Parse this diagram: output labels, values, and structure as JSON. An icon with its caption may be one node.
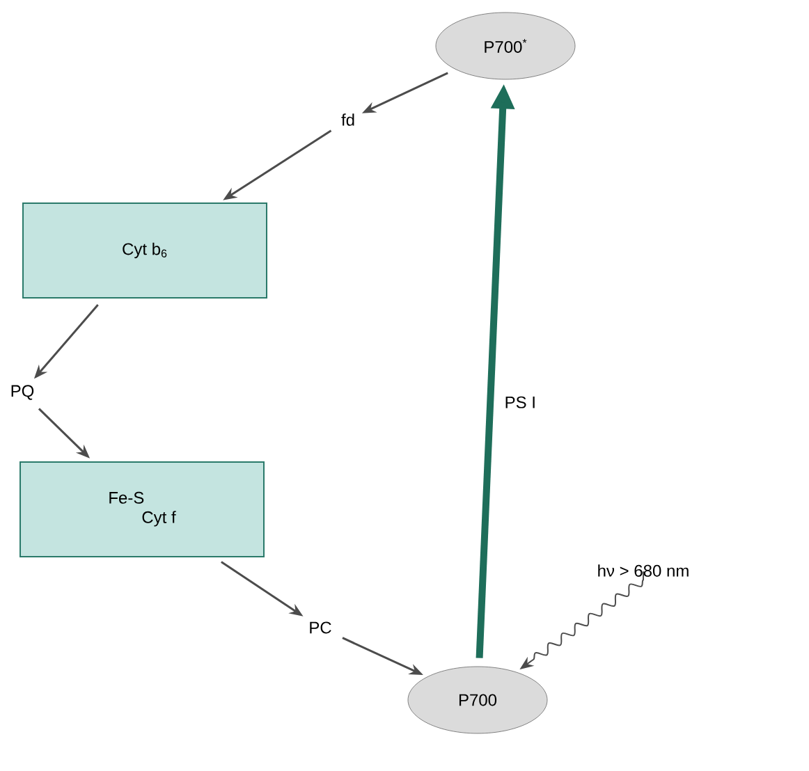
{
  "diagram": {
    "nodes": [
      {
        "text": [
          "P700$^{*}$"
        ]
      },
      {
        "text": [
          "fd"
        ]
      },
      {
        "text": [
          "Cyt b$_{6}$"
        ]
      },
      {
        "text": [
          "PQ"
        ]
      },
      {
        "text": [
          "Fe-S",
          "Cyt f"
        ]
      },
      {
        "text": [
          "PC"
        ]
      },
      {
        "text": [
          "P700"
        ]
      },
      {
        "text": [
          "hν > 680 nm"
        ]
      }
    ],
    "edges": [
      {
        "from": 0,
        "to": 1,
        "arrow": "to"
      },
      {
        "from": 1,
        "to": 2,
        "arrow": "to"
      },
      {
        "from": 2,
        "to": 3,
        "arrow": "to"
      },
      {
        "from": 3,
        "to": 4,
        "arrow": "to"
      },
      {
        "from": 4,
        "to": 5,
        "arrow": "to"
      },
      {
        "from": 5,
        "to": 6,
        "arrow": "to"
      },
      {
        "from": 6,
        "to": 0,
        "arrow": "to",
        "label": "PS I",
        "style": "thick",
        "color": "#1e6e5a"
      },
      {
        "from": 7,
        "to": 6,
        "arrow": "to"
      }
    ]
  }
}
